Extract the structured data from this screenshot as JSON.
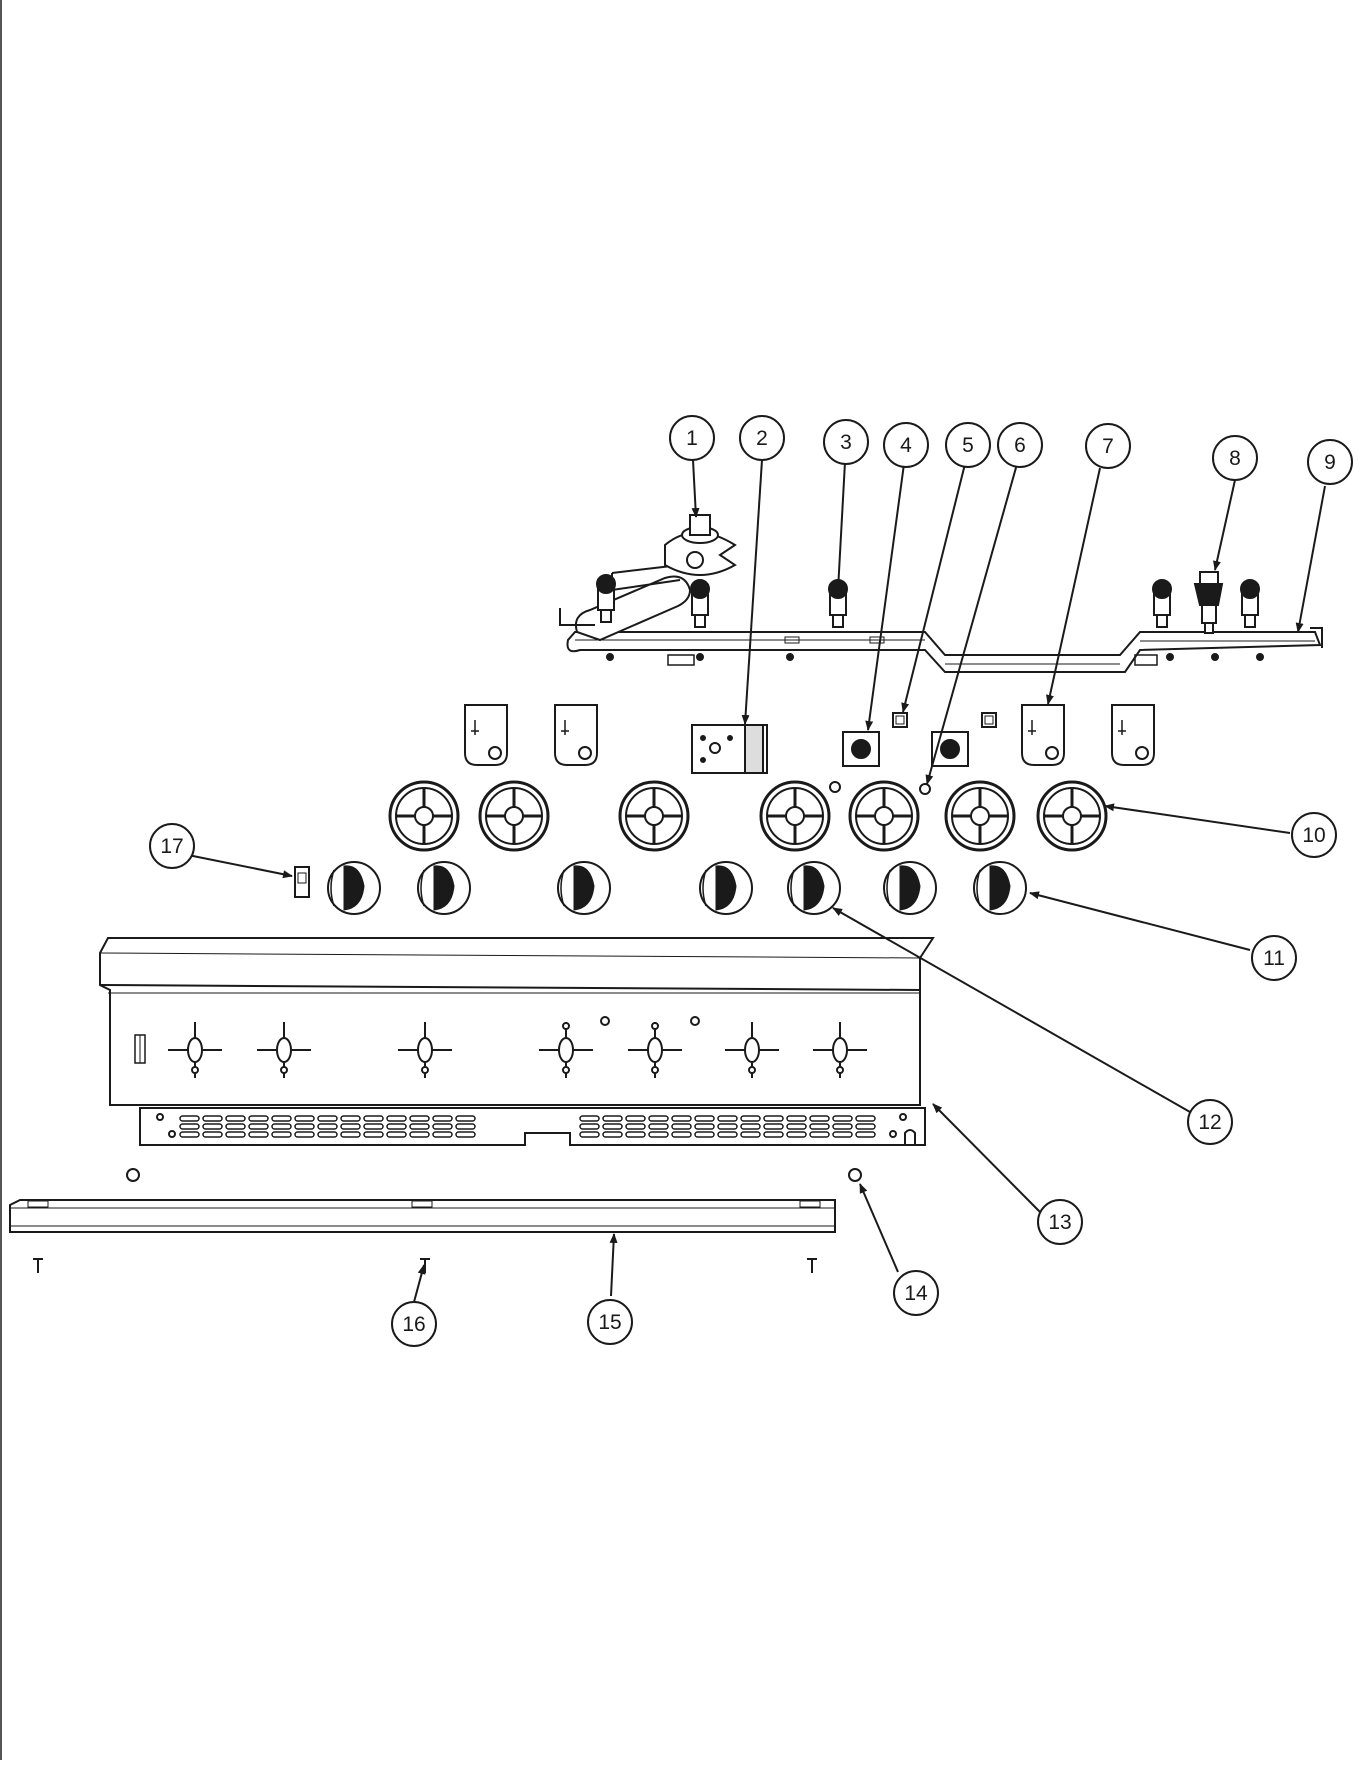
{
  "colors": {
    "line": "#1a1a1a",
    "paper": "#ffffff",
    "rule": "#555555"
  },
  "callouts": [
    {
      "number": "1"
    },
    {
      "number": "2"
    },
    {
      "number": "3"
    },
    {
      "number": "4"
    },
    {
      "number": "5"
    },
    {
      "number": "6"
    },
    {
      "number": "7"
    },
    {
      "number": "8"
    },
    {
      "number": "9"
    },
    {
      "number": "10"
    },
    {
      "number": "11"
    },
    {
      "number": "12"
    },
    {
      "number": "13"
    },
    {
      "number": "14"
    },
    {
      "number": "15"
    },
    {
      "number": "16"
    },
    {
      "number": "17"
    }
  ]
}
